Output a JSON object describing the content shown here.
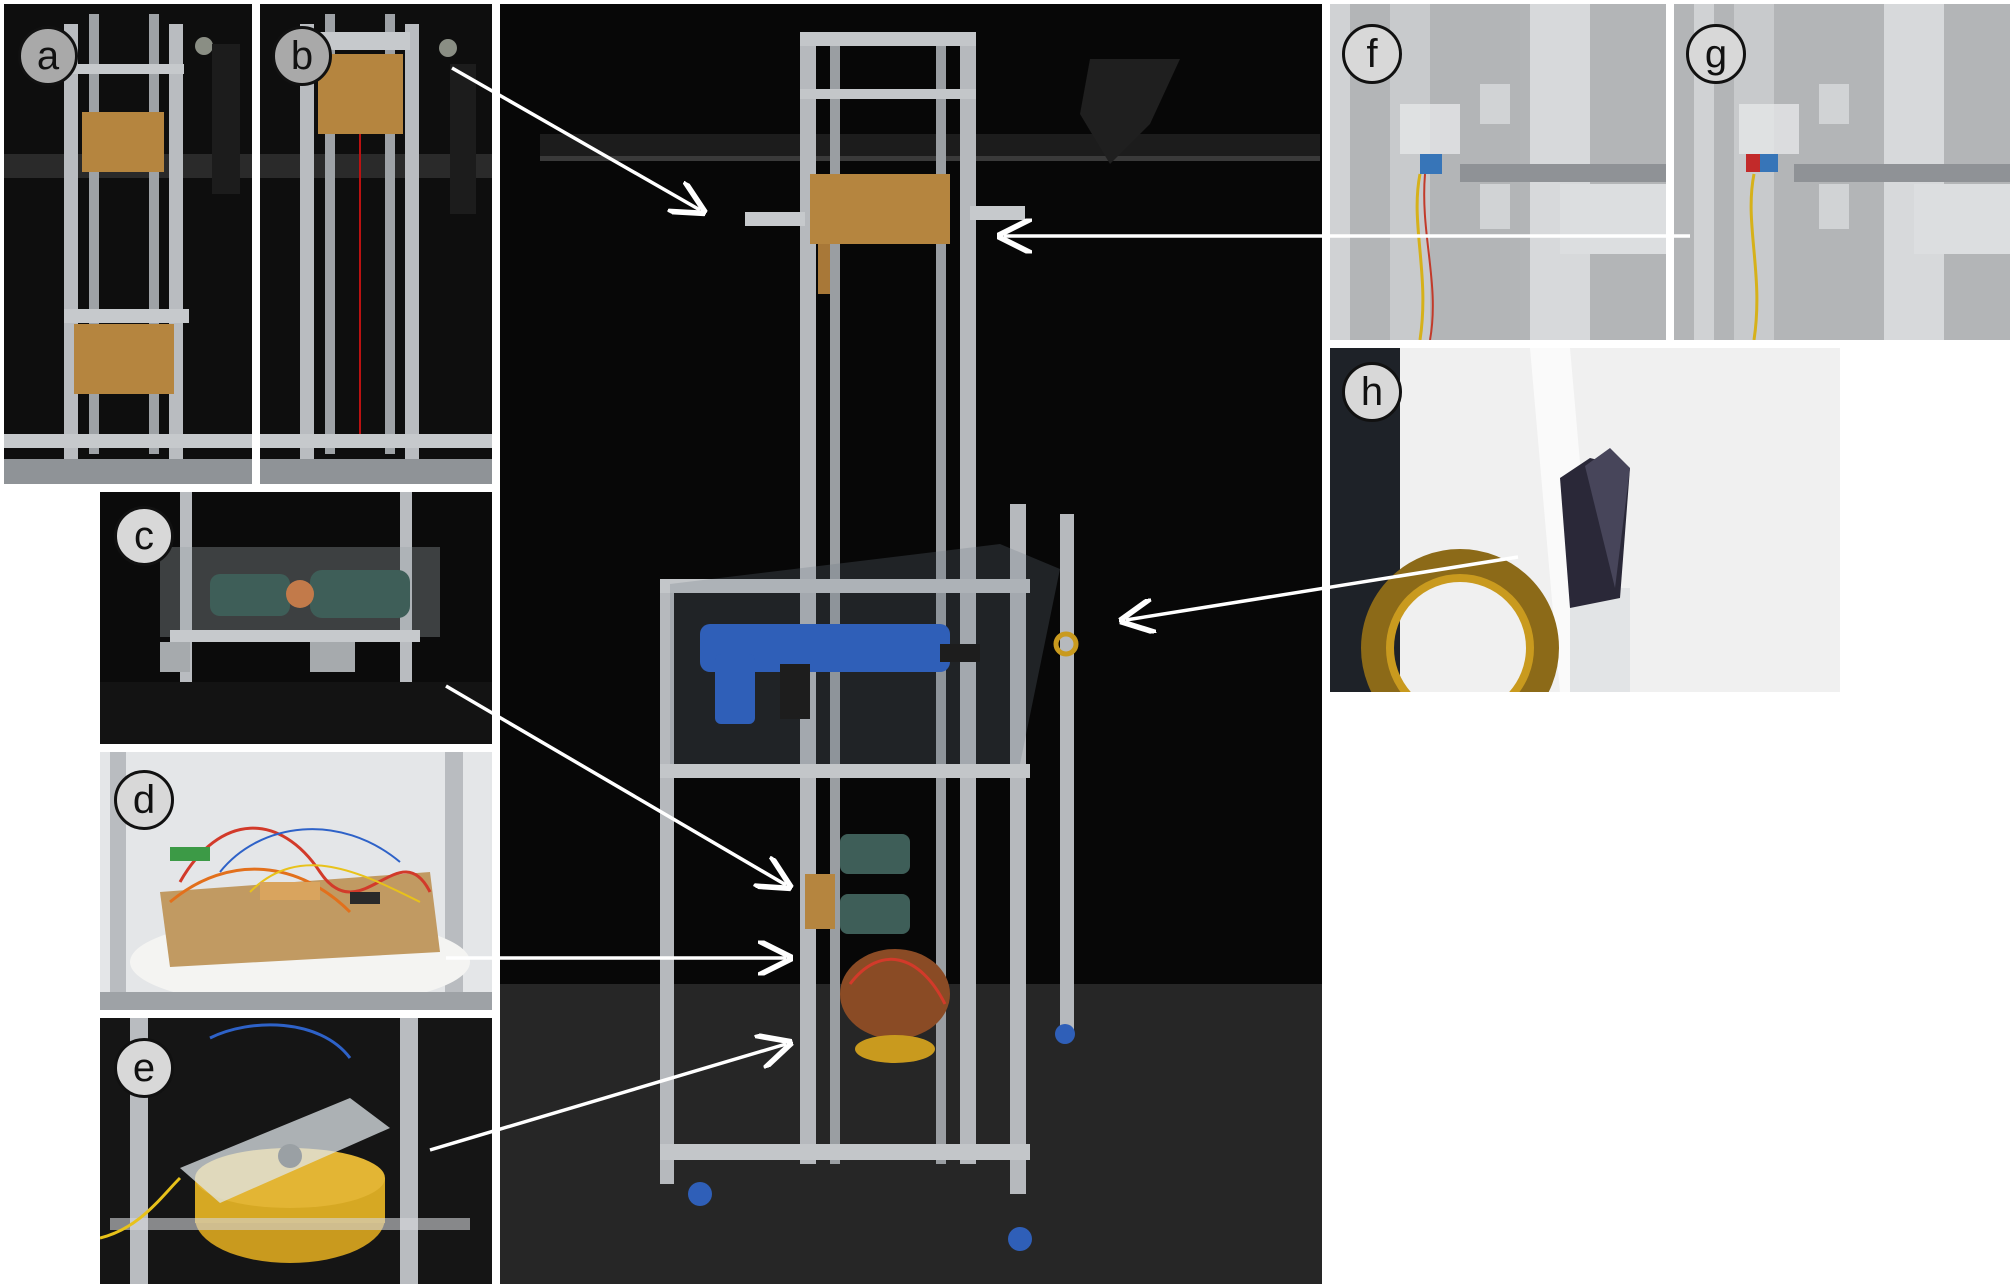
{
  "panels": {
    "a": {
      "label": "a"
    },
    "b": {
      "label": "b"
    },
    "c": {
      "label": "c"
    },
    "d": {
      "label": "d"
    },
    "e": {
      "label": "e"
    },
    "f": {
      "label": "f"
    },
    "g": {
      "label": "g"
    },
    "h": {
      "label": "h"
    }
  },
  "colors": {
    "background_dark": "#080808",
    "aluminum": "#b9bcc0",
    "wood": "#b5853f",
    "blaster_blue": "#2f5fb8",
    "motor_green": "#3e5e58",
    "arrow": "#ffffff"
  }
}
